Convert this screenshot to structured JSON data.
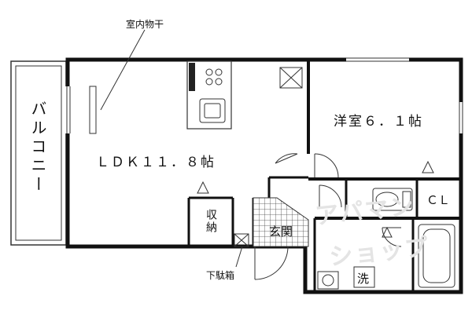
{
  "labels": {
    "balcony": "バルコニー",
    "ldk": "ＬＤＫ１１．８帖",
    "western_room": "洋室６．１帖",
    "closet": "ＣＬ",
    "storage": "収納",
    "entrance": "玄関",
    "washroom": "洗",
    "indoor_drying": "室内物干",
    "shoe_box": "下駄箱"
  },
  "watermark": {
    "line1": "アパマン",
    "line2": "ショップ"
  },
  "colors": {
    "wall": "#111111",
    "line": "#333333",
    "watermark": "#e4e4e4"
  }
}
